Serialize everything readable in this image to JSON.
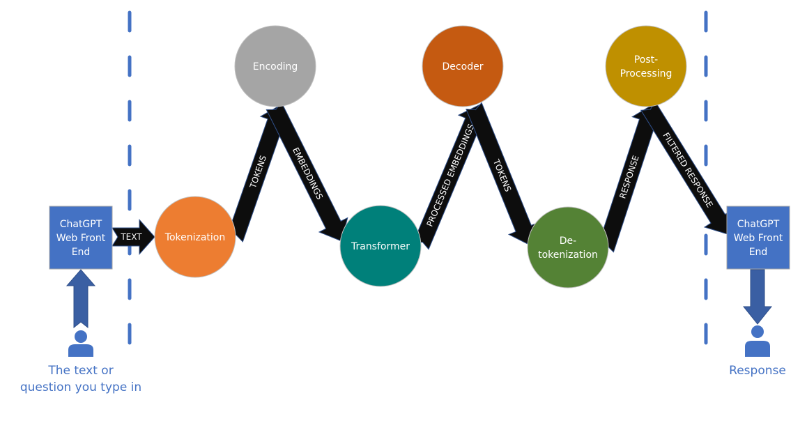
{
  "colors": {
    "frontend": "#4472C4",
    "divider": "#4472C4",
    "user_arrow": "#3A5FA3",
    "flow_arrow": "#0D0D0D",
    "tokenization": "#ED7D31",
    "encoding": "#A5A5A5",
    "transformer": "#00807A",
    "decoder": "#C55A11",
    "detokenization": "#548235",
    "postprocessing": "#BF9000"
  },
  "frontend_left": {
    "lines": [
      "ChatGPT",
      "Web Front",
      "End"
    ]
  },
  "frontend_right": {
    "lines": [
      "ChatGPT",
      "Web Front",
      "End"
    ]
  },
  "nodes": {
    "tokenization": {
      "lines": [
        "Tokenization"
      ]
    },
    "encoding": {
      "lines": [
        "Encoding"
      ]
    },
    "transformer": {
      "lines": [
        "Transformer"
      ]
    },
    "decoder": {
      "lines": [
        "Decoder"
      ]
    },
    "detokenization": {
      "lines": [
        "De-",
        "tokenization"
      ]
    },
    "postprocessing": {
      "lines": [
        "Post-",
        "Processing"
      ]
    }
  },
  "arrows": [
    {
      "label": "TEXT",
      "from": "frontend_left",
      "to": "tokenization"
    },
    {
      "label": "TOKENS",
      "from": "tokenization",
      "to": "encoding"
    },
    {
      "label": "EMBEDDINGS",
      "from": "encoding",
      "to": "transformer"
    },
    {
      "label": "PROCESSED EMBEDDINGS",
      "from": "transformer",
      "to": "decoder"
    },
    {
      "label": "TOKENS",
      "from": "decoder",
      "to": "detokenization"
    },
    {
      "label": "RESPONSE",
      "from": "detokenization",
      "to": "postprocessing"
    },
    {
      "label": "FILTERED RESPONSE",
      "from": "postprocessing",
      "to": "frontend_right"
    }
  ],
  "captions": {
    "input_line1": "The text or",
    "input_line2": "question you type in",
    "output": "Response"
  },
  "icons": {
    "user_left": "person-icon",
    "user_right": "person-icon"
  }
}
